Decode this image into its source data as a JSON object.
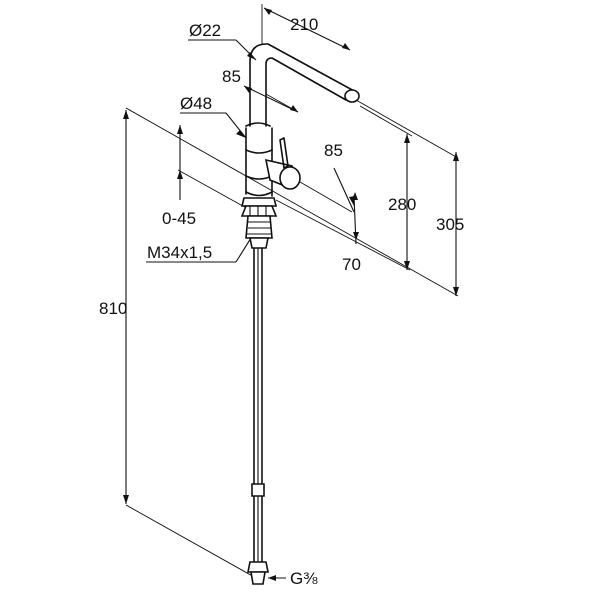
{
  "dimensions": {
    "spout_diameter": "Ø22",
    "spout_reach": "210",
    "spout_offset": "85",
    "body_diameter": "Ø48",
    "lever_offset": "85",
    "swivel_range": "0-45",
    "height_to_outlet": "280",
    "height_total": "305",
    "base_depth": "70",
    "thread": "M34x1,5",
    "overall_height": "810",
    "connection": "G⅜"
  }
}
